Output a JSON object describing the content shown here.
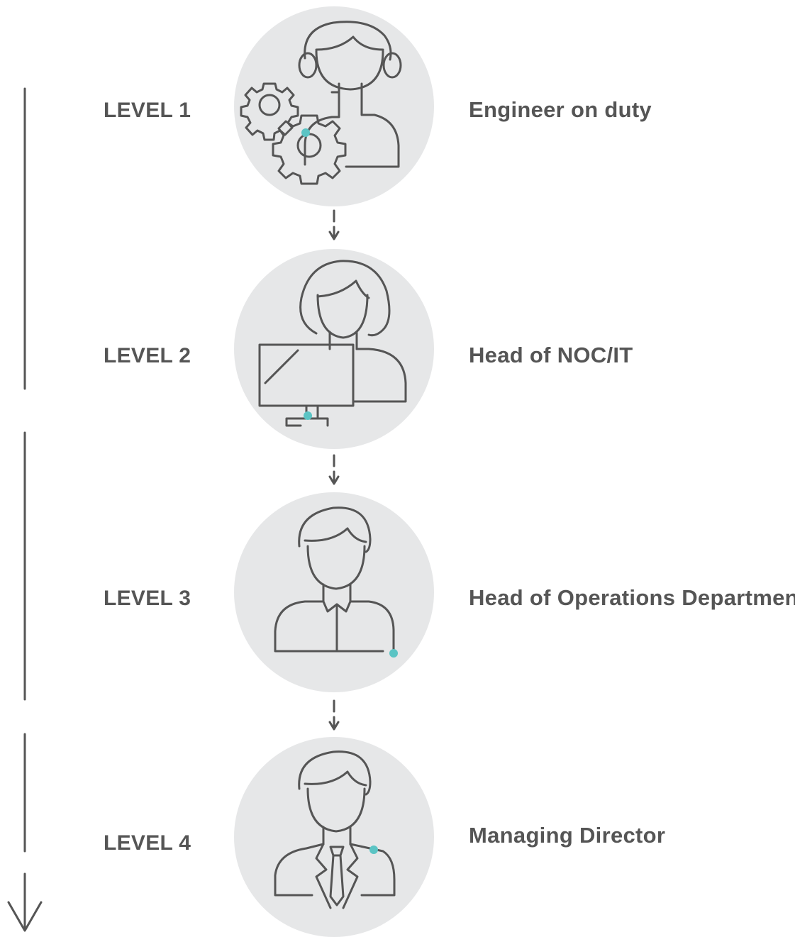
{
  "colors": {
    "ink": "#555555",
    "circle_fill": "#e6e7e8",
    "accent_dot": "#5bc4c4",
    "background": "#ffffff"
  },
  "levels": [
    {
      "label": "LEVEL 1",
      "role": "Engineer on duty",
      "icon": "engineer-with-gears-icon"
    },
    {
      "label": "LEVEL 2",
      "role": "Head of NOC/IT",
      "icon": "woman-at-monitor-icon"
    },
    {
      "label": "LEVEL 3",
      "role": "Head of Operations Department",
      "icon": "man-in-shirt-icon"
    },
    {
      "label": "LEVEL 4",
      "role": "Managing Director",
      "icon": "man-in-suit-and-tie-icon"
    }
  ],
  "connector_icon": "dashed-down-arrow-icon",
  "escalation_axis_icon": "down-arrow-icon"
}
